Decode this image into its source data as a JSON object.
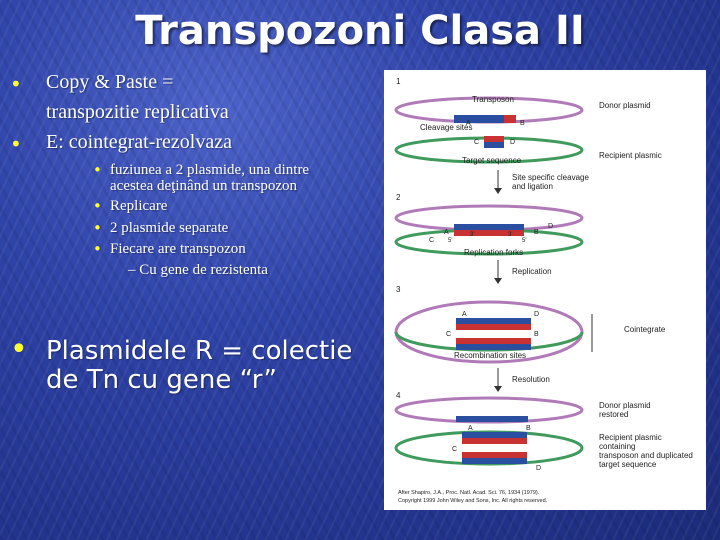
{
  "title": "Transpozoni Clasa II",
  "bullets": [
    {
      "text_line1": "Copy & Paste =",
      "text_line2": "transpozitie replicativa"
    },
    {
      "text": "E: cointegrat-rezolvaza"
    }
  ],
  "sub_bullets": [
    {
      "line1": "fuziunea a 2 plasmide, una dintre",
      "line2": "acestea deţinând un transpozon"
    },
    {
      "text": "Replicare"
    },
    {
      "text": "2 plasmide separate"
    },
    {
      "text": "Fiecare are transpozon"
    }
  ],
  "sub_sub": "– Cu gene de rezistenta",
  "main_point": {
    "line1": "Plasmidele R = colectie",
    "line2": "de Tn cu gene “r”"
  },
  "figure": {
    "steps": [
      "1",
      "2",
      "3",
      "4"
    ],
    "labels": {
      "transposon": "Transposon",
      "donor_plasmid": "Donor plasmid",
      "cleavage_sites": "Cleavage sites",
      "target_sequence": "Target sequence",
      "recipient_plasmid": "Recipient plasmic",
      "site_specific": "Site specific cleavage",
      "and_ligation": "and ligation",
      "replication_forks": "Replication forks",
      "replication": "Replication",
      "cointegrate": "Cointegrate",
      "recombination_sites": "Recombination sites",
      "resolution": "Resolution",
      "donor_restored_1": "Donor plasmid",
      "donor_restored_2": "restored",
      "recipient_containing_1": "Recipient plasmic",
      "recipient_containing_2": "containing",
      "recipient_containing_3": "transposon and duplicated",
      "recipient_containing_4": "target sequence",
      "site_A": "A",
      "site_B": "B",
      "site_C": "C",
      "site_D": "D",
      "five_prime": "5'",
      "three_prime": "3'",
      "credit1": "After Shapiro, J.A., Proc. Natl. Acad. Sci. 76, 1934 (1979).",
      "credit2": "Copyright 1999 John Wiley and Sons, Inc. All rights reserved."
    }
  },
  "colors": {
    "bullet": "#ffff33",
    "donor_ring": "#b07ab8",
    "recipient_ring": "#3f9a5c",
    "transposon_red": "#c83232",
    "transposon_blue": "#2a4ea0",
    "target_green": "#2f7f8f"
  }
}
